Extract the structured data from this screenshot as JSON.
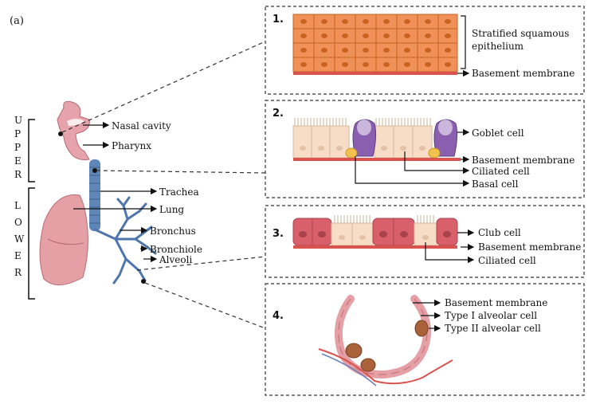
{
  "panel_letter": "(a)",
  "region_upper": [
    "U",
    "P",
    "P",
    "E",
    "R"
  ],
  "region_lower": [
    "L",
    "O",
    "W",
    "E",
    "R"
  ],
  "anatomy_labels": {
    "nasal_cavity": "Nasal cavity",
    "pharynx": "Pharynx",
    "trachea": "Trachea",
    "lung": "Lung",
    "bronchus": "Bronchus",
    "bronchiole": "Bronchiole",
    "alveoli": "Alveoli"
  },
  "boxes": [
    {
      "number": "1.",
      "labels": [
        "Stratified squamous",
        "epithelium",
        "Basement membrane"
      ]
    },
    {
      "number": "2.",
      "labels": [
        "Goblet cell",
        "Basement membrane",
        "Ciliated cell",
        "Basal cell"
      ]
    },
    {
      "number": "3.",
      "labels": [
        "Club cell",
        "Basement membrane",
        "Ciliated cell"
      ]
    },
    {
      "number": "4.",
      "labels": [
        "Basement membrane",
        "Type I alveolar cell",
        "Type II alveolar cell"
      ]
    }
  ],
  "colors": {
    "squamous": "#f0915a",
    "squamous_nucleus": "#c9621f",
    "basement": "#d9534f",
    "ciliated": "#f7dcc6",
    "goblet": "#8a5fb0",
    "basal": "#f2c14e",
    "club": "#d8606b",
    "airway": "#5f86b8",
    "lung": "#e5a0a6",
    "dash": "#333333"
  }
}
